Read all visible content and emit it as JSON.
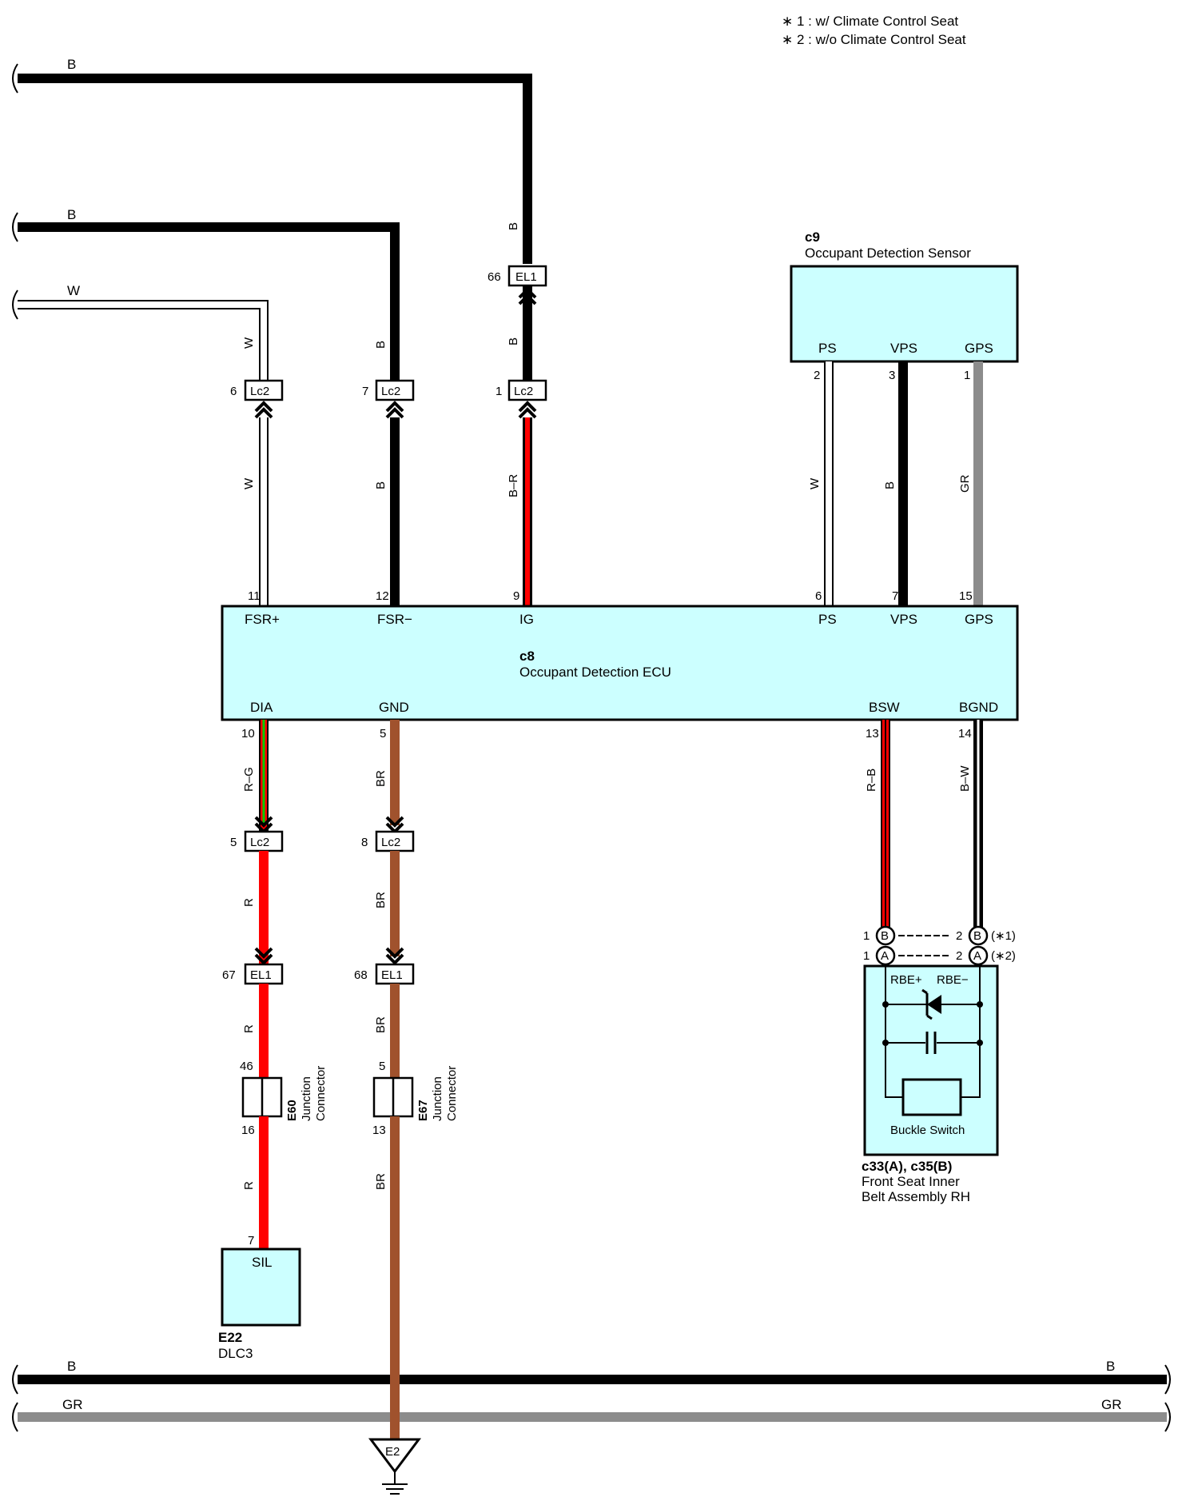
{
  "notes": [
    "∗ 1 : w/ Climate Control Seat",
    "∗ 2 : w/o Climate Control Seat"
  ],
  "colors": {
    "B": "#000000",
    "W": "#ffffff",
    "GR": "#8c8c8c",
    "R": "#ff0000",
    "BR": "#a0522d",
    "G": "#00cc00",
    "box_fill": "#ccffff"
  },
  "components": {
    "ecu": {
      "code": "c8",
      "name": "Occupant Detection ECU",
      "top_pins": [
        "FSR+",
        "FSR−",
        "IG",
        "PS",
        "VPS",
        "GPS"
      ],
      "top_pin_numbers": [
        "11",
        "12",
        "9",
        "6",
        "7",
        "15"
      ],
      "bottom_pins": [
        "DIA",
        "GND",
        "BSW",
        "BGND"
      ],
      "bottom_pin_numbers": [
        "10",
        "5",
        "13",
        "14"
      ]
    },
    "sensor": {
      "code": "c9",
      "name": "Occupant Detection Sensor",
      "pins": [
        "PS",
        "VPS",
        "GPS"
      ],
      "pin_numbers": [
        "2",
        "3",
        "1"
      ]
    },
    "dlc": {
      "code": "E22",
      "name": "DLC3",
      "pin": "SIL",
      "pin_number": "7"
    },
    "jc_e60": {
      "code": "E60",
      "line1": "Junction",
      "line2": "Connector",
      "pin_top": "46",
      "pin_bottom": "16"
    },
    "jc_e67": {
      "code": "E67",
      "line1": "Junction",
      "line2": "Connector",
      "pin_top": "5",
      "pin_bottom": "13"
    },
    "buckle": {
      "code": "c33(A), c35(B)",
      "line1": "Front Seat Inner",
      "line2": "Belt Assembly RH",
      "label": "Buckle Switch",
      "pin_left": "RBE+",
      "pin_right": "RBE−",
      "conn_b": "B",
      "conn_a": "A",
      "pin_1": "1",
      "pin_2": "2",
      "note_1": "(∗1)",
      "note_2": "(∗2)"
    },
    "ground": {
      "code": "E2"
    }
  },
  "connectors": {
    "lc2": "Lc2",
    "el1": "EL1",
    "lc2_pins": [
      "6",
      "7",
      "1",
      "5",
      "8"
    ],
    "el1_pins": [
      "66",
      "67",
      "68"
    ]
  },
  "wires": {
    "top1": "B",
    "top2": "B",
    "top3": "W",
    "w_fsrp_up": "W",
    "w_fsrp_dn": "W",
    "w_fsrm_up": "B",
    "w_fsrm_dn": "B",
    "w_ig_el": "B",
    "w_ig_up": "B",
    "w_ig_dn": "B–R",
    "w_ps": "W",
    "w_vps": "B",
    "w_gps": "GR",
    "w_dia1": "R–G",
    "w_dia2": "R",
    "w_dia3": "R",
    "w_dia4": "R",
    "w_gnd1": "BR",
    "w_gnd2": "BR",
    "w_gnd3": "BR",
    "w_gnd4": "BR",
    "w_bsw": "R–B",
    "w_bgnd": "B–W",
    "bus_b_l": "B",
    "bus_b_r": "B",
    "bus_gr_l": "GR",
    "bus_gr_r": "GR"
  }
}
